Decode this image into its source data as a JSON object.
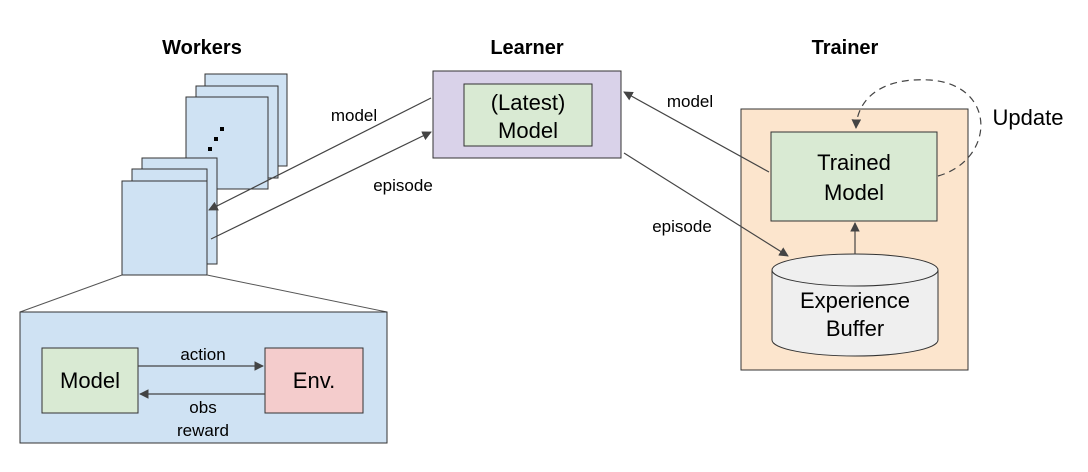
{
  "workers": {
    "title": "Workers"
  },
  "learner": {
    "title": "Learner",
    "model_line1": "(Latest)",
    "model_line2": "Model"
  },
  "trainer": {
    "title": "Trainer",
    "model_line1": "Trained",
    "model_line2": "Model",
    "buffer_line1": "Experience",
    "buffer_line2": "Buffer",
    "update": "Update"
  },
  "edges": {
    "model_left": "model",
    "episode_left": "episode",
    "model_right": "model",
    "episode_right": "episode"
  },
  "worker_detail": {
    "model": "Model",
    "env": "Env.",
    "action": "action",
    "obs": "obs",
    "reward": "reward"
  },
  "colors": {
    "blue": "#cfe2f3",
    "green": "#d9ead3",
    "purple": "#d9d2e9",
    "orange": "#fce5cd",
    "red": "#f4cccc",
    "gray": "#efefef"
  }
}
